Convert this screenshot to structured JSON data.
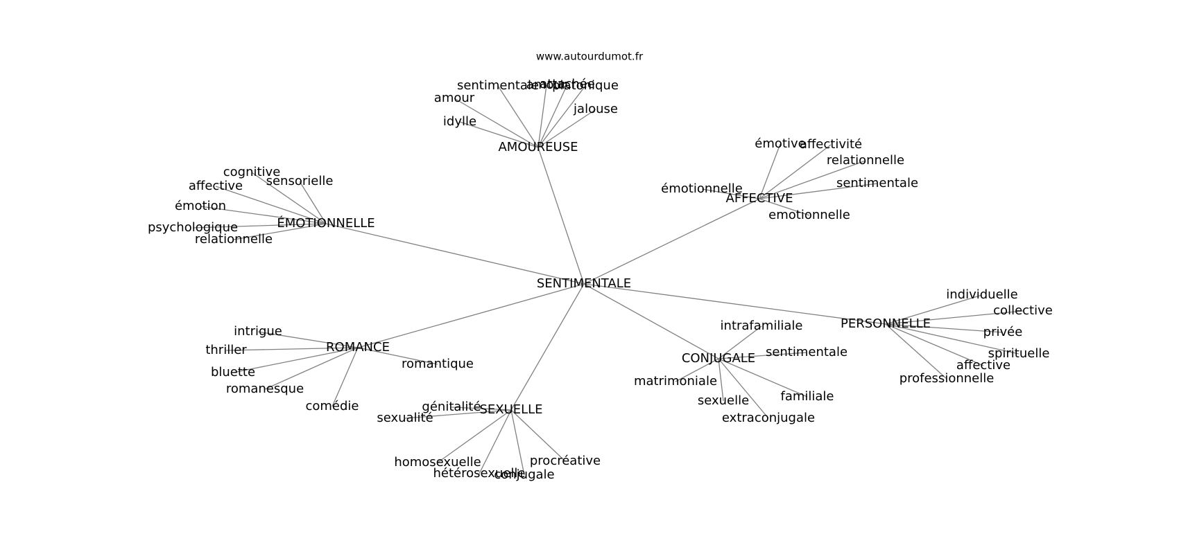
{
  "source": "www.autourdumot.fr",
  "graph": {
    "center": "SENTIMENTALE",
    "groups": [
      {
        "label": "AMOUREUSE",
        "children": [
          "sentimentale",
          "amour",
          "attachée",
          "platonique",
          "amour",
          "jalouse",
          "idylle"
        ]
      },
      {
        "label": "AFFECTIVE",
        "children": [
          "émotive",
          "affectivité",
          "relationnelle",
          "sentimentale",
          "émotionnelle",
          "emotionnelle"
        ]
      },
      {
        "label": "ÉMOTIONNELLE",
        "children": [
          "cognitive",
          "sensorielle",
          "affective",
          "émotion",
          "psychologique",
          "relationnelle"
        ]
      },
      {
        "label": "ROMANCE",
        "children": [
          "intrigue",
          "thriller",
          "bluette",
          "romanesque",
          "comédie",
          "romantique"
        ]
      },
      {
        "label": "SEXUELLE",
        "children": [
          "génitalité",
          "sexualité",
          "homosexuelle",
          "hétérosexuelle",
          "conjugale",
          "procréative"
        ]
      },
      {
        "label": "CONJUGALE",
        "children": [
          "intrafamiliale",
          "sentimentale",
          "matrimoniale",
          "sexuelle",
          "extraconjugale",
          "familiale"
        ]
      },
      {
        "label": "PERSONNELLE",
        "children": [
          "individuelle",
          "collective",
          "privée",
          "spirituelle",
          "affective",
          "professionnelle"
        ]
      }
    ]
  }
}
